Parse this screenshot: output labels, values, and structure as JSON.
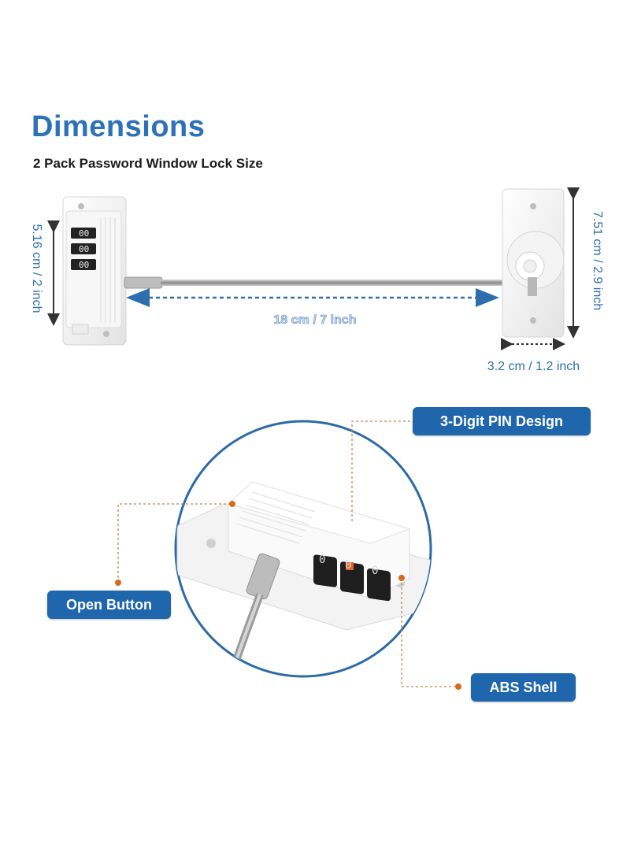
{
  "header": {
    "title": "Dimensions",
    "subtitle": "2 Pack Password Window Lock Size"
  },
  "dimensions": {
    "left_height": "5.16 cm / 2 inch",
    "cable_length": "18 cm / 7 inch",
    "right_height": "7.51 cm / 2.9 inch",
    "right_width": "3.2 cm / 1.2 inch"
  },
  "callouts": {
    "pin": "3-Digit PIN Design",
    "open": "Open Button",
    "shell": "ABS Shell"
  },
  "colors": {
    "brand_blue": "#1f66ad",
    "title_blue": "#2d72b8",
    "dot_orange": "#d96a1e",
    "pin_marker": "#e2622a"
  }
}
